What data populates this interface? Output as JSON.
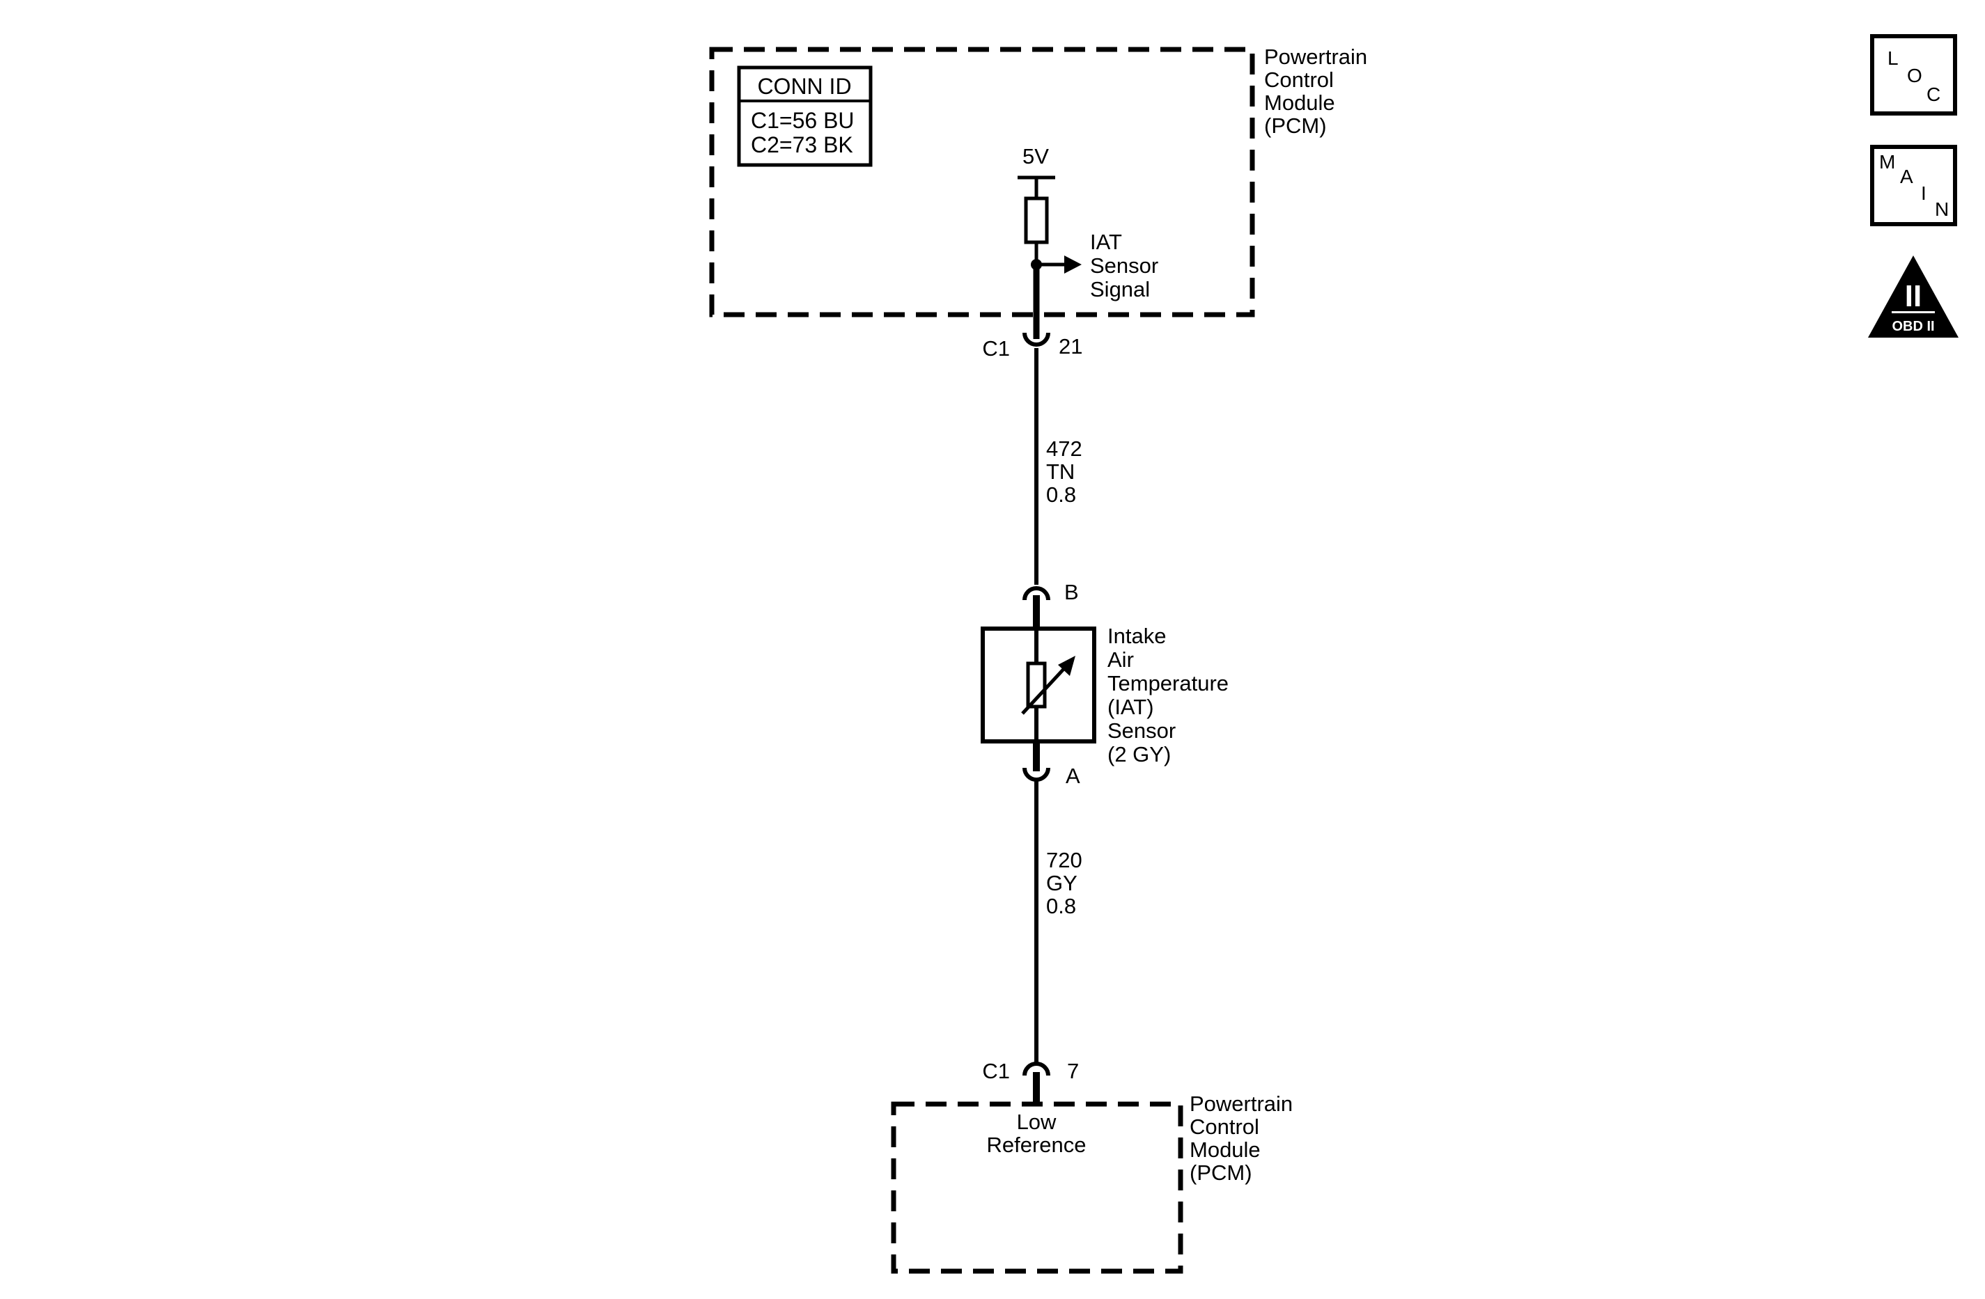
{
  "pcm_top": {
    "name_lines": [
      "Powertrain",
      "Control",
      "Module",
      "(PCM)"
    ],
    "conn_id_title": "CONN ID",
    "conn_id_lines": [
      "C1=56 BU",
      "C2=73 BK"
    ],
    "voltage": "5V",
    "signal_lines": [
      "IAT",
      "Sensor",
      "Signal"
    ]
  },
  "conn_top": {
    "connector": "C1",
    "pin": "21"
  },
  "wire_top": {
    "circuit": "472",
    "color": "TN",
    "gauge": "0.8"
  },
  "sensor": {
    "pin_top": "B",
    "pin_bottom": "A",
    "name_lines": [
      "Intake",
      "Air",
      "Temperature",
      "(IAT)",
      "Sensor",
      "(2 GY)"
    ]
  },
  "wire_bottom": {
    "circuit": "720",
    "color": "GY",
    "gauge": "0.8"
  },
  "conn_bottom": {
    "connector": "C1",
    "pin": "7"
  },
  "pcm_bottom": {
    "name_lines": [
      "Powertrain",
      "Control",
      "Module",
      "(PCM)"
    ],
    "low_ref_lines": [
      "Low",
      "Reference"
    ]
  },
  "icons": {
    "loc_letters": [
      "L",
      "O",
      "C"
    ],
    "main_letters": [
      "M",
      "A",
      "I",
      "N"
    ],
    "obd_label": "OBD II",
    "obd_numeral": "II"
  }
}
